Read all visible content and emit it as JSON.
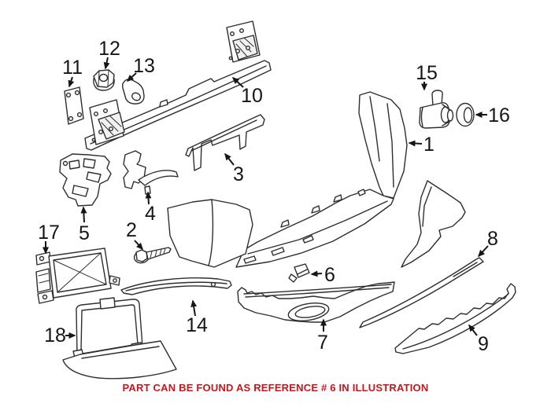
{
  "diagram": {
    "note": "PART CAN BE FOUND AS REFERENCE # 6 IN ILLUSTRATION",
    "colors": {
      "background": "#ffffff",
      "line_art": "#2e2e2e",
      "callout_text": "#161616",
      "note_text": "#c8161c"
    },
    "callouts": [
      {
        "id": "1",
        "label": "1"
      },
      {
        "id": "2",
        "label": "2"
      },
      {
        "id": "3",
        "label": "3"
      },
      {
        "id": "4",
        "label": "4"
      },
      {
        "id": "5",
        "label": "5"
      },
      {
        "id": "6",
        "label": "6"
      },
      {
        "id": "7",
        "label": "7"
      },
      {
        "id": "8",
        "label": "8"
      },
      {
        "id": "9",
        "label": "9"
      },
      {
        "id": "10",
        "label": "10"
      },
      {
        "id": "11",
        "label": "11"
      },
      {
        "id": "12",
        "label": "12"
      },
      {
        "id": "13",
        "label": "13"
      },
      {
        "id": "14",
        "label": "14"
      },
      {
        "id": "15",
        "label": "15"
      },
      {
        "id": "16",
        "label": "16"
      },
      {
        "id": "17",
        "label": "17"
      },
      {
        "id": "18",
        "label": "18"
      }
    ]
  }
}
